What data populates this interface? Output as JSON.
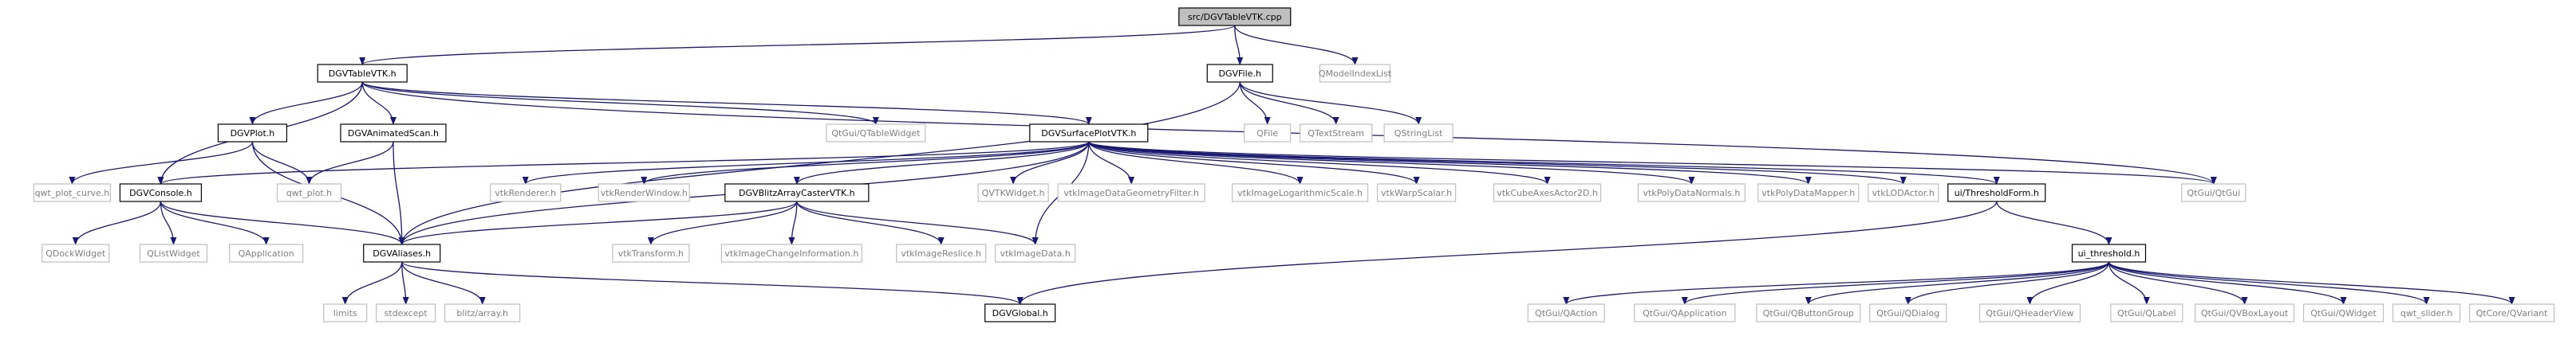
{
  "colors": {
    "edge": "#191970",
    "root_fill": "#bfbfbf",
    "documented_border": "#000000",
    "external_border": "#bfbfbf",
    "documented_text": "#000000",
    "external_text": "#7f7f7f",
    "background": "#ffffff"
  },
  "nodes": [
    {
      "id": "dgv_table_vtk_cpp",
      "label": "src/DGVTableVTK.cpp",
      "kind": "root"
    },
    {
      "id": "dgv_table_vtk_h",
      "label": "DGVTableVTK.h",
      "kind": "documented"
    },
    {
      "id": "dgv_file_h",
      "label": "DGVFile.h",
      "kind": "documented"
    },
    {
      "id": "qmodelindexlist",
      "label": "QModelIndexList",
      "kind": "external"
    },
    {
      "id": "qtgui_qtablewidget",
      "label": "QtGui/QTableWidget",
      "kind": "external"
    },
    {
      "id": "dgv_plot_h",
      "label": "DGVPlot.h",
      "kind": "documented"
    },
    {
      "id": "dgv_animated_scan_h",
      "label": "DGVAnimatedScan.h",
      "kind": "documented"
    },
    {
      "id": "qfile",
      "label": "QFile",
      "kind": "external"
    },
    {
      "id": "qtextstream",
      "label": "QTextStream",
      "kind": "external"
    },
    {
      "id": "qstringlist",
      "label": "QStringList",
      "kind": "external"
    },
    {
      "id": "dgv_surface_plot_vtk_h",
      "label": "DGVSurfacePlotVTK.h",
      "kind": "documented"
    },
    {
      "id": "qwt_plot_curve_h",
      "label": "qwt_plot_curve.h",
      "kind": "external"
    },
    {
      "id": "dgv_console_h",
      "label": "DGVConsole.h",
      "kind": "documented"
    },
    {
      "id": "qwt_plot_h",
      "label": "qwt_plot.h",
      "kind": "external"
    },
    {
      "id": "vtkrenderer_h",
      "label": "vtkRenderer.h",
      "kind": "external"
    },
    {
      "id": "vtkrenderwindow_h",
      "label": "vtkRenderWindow.h",
      "kind": "external"
    },
    {
      "id": "dgv_blitz_array_caster_vtk_h",
      "label": "DGVBlitzArrayCasterVTK.h",
      "kind": "documented"
    },
    {
      "id": "qvtkwidget_h",
      "label": "QVTKWidget.h",
      "kind": "external"
    },
    {
      "id": "vtkimagedatageometryfilter_h",
      "label": "vtkImageDataGeometryFilter.h",
      "kind": "external"
    },
    {
      "id": "vtkimagelogarithmicscale_h",
      "label": "vtkImageLogarithmicScale.h",
      "kind": "external"
    },
    {
      "id": "vtkwarpscalar_h",
      "label": "vtkWarpScalar.h",
      "kind": "external"
    },
    {
      "id": "vtkcubeaxesactor2d_h",
      "label": "vtkCubeAxesActor2D.h",
      "kind": "external"
    },
    {
      "id": "vtkpolydatanormals_h",
      "label": "vtkPolyDataNormals.h",
      "kind": "external"
    },
    {
      "id": "vtkpolydatamapper_h",
      "label": "vtkPolyDataMapper.h",
      "kind": "external"
    },
    {
      "id": "vtklodactor_h",
      "label": "vtkLODActor.h",
      "kind": "external"
    },
    {
      "id": "ui_thresholdform_h",
      "label": "ui/ThresholdForm.h",
      "kind": "documented"
    },
    {
      "id": "qtgui_qtgui",
      "label": "QtGui/QtGui",
      "kind": "external"
    },
    {
      "id": "qdockwidget",
      "label": "QDockWidget",
      "kind": "external"
    },
    {
      "id": "qlistwidget",
      "label": "QListWidget",
      "kind": "external"
    },
    {
      "id": "qapplication",
      "label": "QApplication",
      "kind": "external"
    },
    {
      "id": "dgv_aliases_h",
      "label": "DGVAliases.h",
      "kind": "documented"
    },
    {
      "id": "vtktransform_h",
      "label": "vtkTransform.h",
      "kind": "external"
    },
    {
      "id": "vtkimagechangeinformation_h",
      "label": "vtkImageChangeInformation.h",
      "kind": "external"
    },
    {
      "id": "vtkimagereslice_h",
      "label": "vtkImageReslice.h",
      "kind": "external"
    },
    {
      "id": "vtkimagedata_h",
      "label": "vtkImageData.h",
      "kind": "external"
    },
    {
      "id": "ui_threshold_h",
      "label": "ui_threshold.h",
      "kind": "documented"
    },
    {
      "id": "limits",
      "label": "limits",
      "kind": "external"
    },
    {
      "id": "stdexcept",
      "label": "stdexcept",
      "kind": "external"
    },
    {
      "id": "blitz_array_h",
      "label": "blitz/array.h",
      "kind": "external"
    },
    {
      "id": "dgv_global_h",
      "label": "DGVGlobal.h",
      "kind": "documented"
    },
    {
      "id": "qtgui_qaction",
      "label": "QtGui/QAction",
      "kind": "external"
    },
    {
      "id": "qtgui_qapplication",
      "label": "QtGui/QApplication",
      "kind": "external"
    },
    {
      "id": "qtgui_qbuttongroup",
      "label": "QtGui/QButtonGroup",
      "kind": "external"
    },
    {
      "id": "qtgui_qdialog",
      "label": "QtGui/QDialog",
      "kind": "external"
    },
    {
      "id": "qtgui_qheaderview",
      "label": "QtGui/QHeaderView",
      "kind": "external"
    },
    {
      "id": "qtgui_qlabel",
      "label": "QtGui/QLabel",
      "kind": "external"
    },
    {
      "id": "qtgui_qvboxlayout",
      "label": "QtGui/QVBoxLayout",
      "kind": "external"
    },
    {
      "id": "qtgui_qwidget",
      "label": "QtGui/QWidget",
      "kind": "external"
    },
    {
      "id": "qwt_slider_h",
      "label": "qwt_slider.h",
      "kind": "external"
    },
    {
      "id": "qtcore_qvariant",
      "label": "QtCore/QVariant",
      "kind": "external"
    }
  ],
  "edges": [
    [
      "dgv_table_vtk_cpp",
      "dgv_table_vtk_h"
    ],
    [
      "dgv_table_vtk_cpp",
      "dgv_file_h"
    ],
    [
      "dgv_table_vtk_cpp",
      "qmodelindexlist"
    ],
    [
      "dgv_table_vtk_h",
      "qtgui_qtablewidget"
    ],
    [
      "dgv_table_vtk_h",
      "dgv_plot_h"
    ],
    [
      "dgv_table_vtk_h",
      "dgv_animated_scan_h"
    ],
    [
      "dgv_table_vtk_h",
      "dgv_surface_plot_vtk_h"
    ],
    [
      "dgv_table_vtk_h",
      "dgv_console_h"
    ],
    [
      "dgv_table_vtk_h",
      "qtgui_qtgui"
    ],
    [
      "dgv_file_h",
      "qfile"
    ],
    [
      "dgv_file_h",
      "qtextstream"
    ],
    [
      "dgv_file_h",
      "qstringlist"
    ],
    [
      "dgv_file_h",
      "dgv_aliases_h"
    ],
    [
      "dgv_plot_h",
      "qwt_plot_curve_h"
    ],
    [
      "dgv_plot_h",
      "qwt_plot_h"
    ],
    [
      "dgv_plot_h",
      "dgv_aliases_h"
    ],
    [
      "dgv_animated_scan_h",
      "qwt_plot_h"
    ],
    [
      "dgv_animated_scan_h",
      "dgv_aliases_h"
    ],
    [
      "dgv_surface_plot_vtk_h",
      "dgv_console_h"
    ],
    [
      "dgv_surface_plot_vtk_h",
      "dgv_aliases_h"
    ],
    [
      "dgv_surface_plot_vtk_h",
      "vtkrenderer_h"
    ],
    [
      "dgv_surface_plot_vtk_h",
      "vtkrenderwindow_h"
    ],
    [
      "dgv_surface_plot_vtk_h",
      "dgv_blitz_array_caster_vtk_h"
    ],
    [
      "dgv_surface_plot_vtk_h",
      "qvtkwidget_h"
    ],
    [
      "dgv_surface_plot_vtk_h",
      "vtkimagedatageometryfilter_h"
    ],
    [
      "dgv_surface_plot_vtk_h",
      "vtkimagelogarithmicscale_h"
    ],
    [
      "dgv_surface_plot_vtk_h",
      "vtkwarpscalar_h"
    ],
    [
      "dgv_surface_plot_vtk_h",
      "vtkcubeaxesactor2d_h"
    ],
    [
      "dgv_surface_plot_vtk_h",
      "vtkpolydatanormals_h"
    ],
    [
      "dgv_surface_plot_vtk_h",
      "vtkpolydatamapper_h"
    ],
    [
      "dgv_surface_plot_vtk_h",
      "vtklodactor_h"
    ],
    [
      "dgv_surface_plot_vtk_h",
      "ui_thresholdform_h"
    ],
    [
      "dgv_surface_plot_vtk_h",
      "qtgui_qtgui"
    ],
    [
      "dgv_surface_plot_vtk_h",
      "vtkimagedata_h"
    ],
    [
      "dgv_console_h",
      "qdockwidget"
    ],
    [
      "dgv_console_h",
      "qlistwidget"
    ],
    [
      "dgv_console_h",
      "qapplication"
    ],
    [
      "dgv_console_h",
      "dgv_aliases_h"
    ],
    [
      "dgv_blitz_array_caster_vtk_h",
      "dgv_aliases_h"
    ],
    [
      "dgv_blitz_array_caster_vtk_h",
      "vtktransform_h"
    ],
    [
      "dgv_blitz_array_caster_vtk_h",
      "vtkimagechangeinformation_h"
    ],
    [
      "dgv_blitz_array_caster_vtk_h",
      "vtkimagereslice_h"
    ],
    [
      "dgv_blitz_array_caster_vtk_h",
      "vtkimagedata_h"
    ],
    [
      "ui_thresholdform_h",
      "ui_threshold_h"
    ],
    [
      "ui_thresholdform_h",
      "dgv_global_h"
    ],
    [
      "dgv_aliases_h",
      "limits"
    ],
    [
      "dgv_aliases_h",
      "stdexcept"
    ],
    [
      "dgv_aliases_h",
      "blitz_array_h"
    ],
    [
      "dgv_aliases_h",
      "dgv_global_h"
    ],
    [
      "ui_threshold_h",
      "qtgui_qaction"
    ],
    [
      "ui_threshold_h",
      "qtgui_qapplication"
    ],
    [
      "ui_threshold_h",
      "qtgui_qbuttongroup"
    ],
    [
      "ui_threshold_h",
      "qtgui_qdialog"
    ],
    [
      "ui_threshold_h",
      "qtgui_qheaderview"
    ],
    [
      "ui_threshold_h",
      "qtgui_qlabel"
    ],
    [
      "ui_threshold_h",
      "qtgui_qvboxlayout"
    ],
    [
      "ui_threshold_h",
      "qtgui_qwidget"
    ],
    [
      "ui_threshold_h",
      "qwt_slider_h"
    ],
    [
      "ui_threshold_h",
      "qtcore_qvariant"
    ]
  ]
}
